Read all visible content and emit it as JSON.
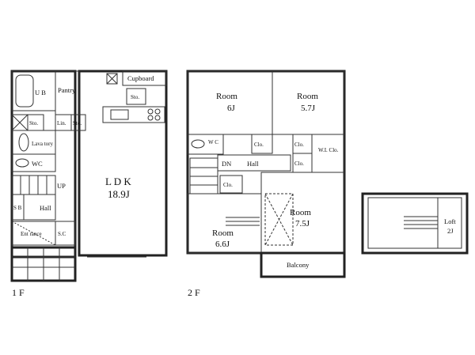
{
  "floors": [
    {
      "label": "1F",
      "rooms": [
        {
          "key": "ub",
          "label": "U B"
        },
        {
          "key": "pantry",
          "label": "Pantry"
        },
        {
          "key": "cupboard",
          "label": "Cupboard"
        },
        {
          "key": "sto_kitchen",
          "label": "Sto."
        },
        {
          "key": "sto_a",
          "label": "Sto."
        },
        {
          "key": "lin",
          "label": "Lin."
        },
        {
          "key": "sto_b",
          "label": "Sto."
        },
        {
          "key": "lavatory",
          "label": "Lava tory"
        },
        {
          "key": "wc",
          "label": "WC"
        },
        {
          "key": "up",
          "label": "UP"
        },
        {
          "key": "sb",
          "label": "S B"
        },
        {
          "key": "hall",
          "label": "Hall"
        },
        {
          "key": "entrance",
          "label": "Ent rance"
        },
        {
          "key": "sc",
          "label": "S.C"
        },
        {
          "key": "ldk",
          "label": "L D K",
          "size": "18.9J"
        }
      ]
    },
    {
      "label": "2F",
      "rooms": [
        {
          "key": "room_nw",
          "label": "Room",
          "size": "6J"
        },
        {
          "key": "room_ne",
          "label": "Room",
          "size": "5.7J"
        },
        {
          "key": "wc",
          "label": "W C"
        },
        {
          "key": "clo_a",
          "label": "Clo."
        },
        {
          "key": "clo_b",
          "label": "Clo."
        },
        {
          "key": "wic",
          "label": "W.I. Clo."
        },
        {
          "key": "dn",
          "label": "DN"
        },
        {
          "key": "hall",
          "label": "Hall"
        },
        {
          "key": "clo_c",
          "label": "Clo."
        },
        {
          "key": "clo_d",
          "label": "Clo."
        },
        {
          "key": "room_se",
          "label": "Room",
          "size": "7.5J"
        },
        {
          "key": "room_sw",
          "label": "Room",
          "size": "6.6J"
        },
        {
          "key": "balcony",
          "label": "Balcony"
        }
      ]
    },
    {
      "label": "",
      "rooms": [
        {
          "key": "loft",
          "label": "Loft",
          "size": "2J"
        }
      ]
    }
  ],
  "floor_labels": {
    "first": "1 F",
    "second": "2 F"
  }
}
